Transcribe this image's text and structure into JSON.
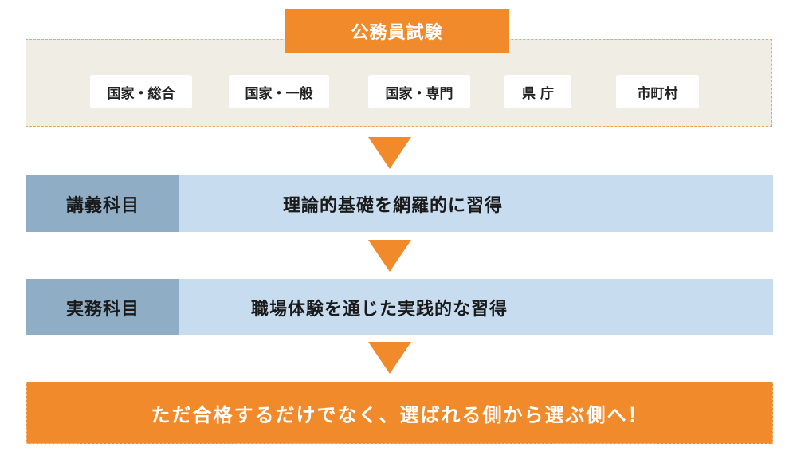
{
  "exam": {
    "title": "公務員試験",
    "categories": [
      "国家・総合",
      "国家・一般",
      "国家・専門",
      "県 庁",
      "市町村"
    ]
  },
  "lecture": {
    "label": "講義科目",
    "text": "理論的基礎を網羅的に習得"
  },
  "practice": {
    "label": "実務科目",
    "text": "職場体験を通じた実践的な習得"
  },
  "banner": {
    "text": "ただ合格するだけでなく、選ばれる側から選ぶ側へ！"
  },
  "colors": {
    "accent": "#f18a2b",
    "band": "#c7dcef",
    "band_label": "#8faec6",
    "frame": "#efede4"
  }
}
